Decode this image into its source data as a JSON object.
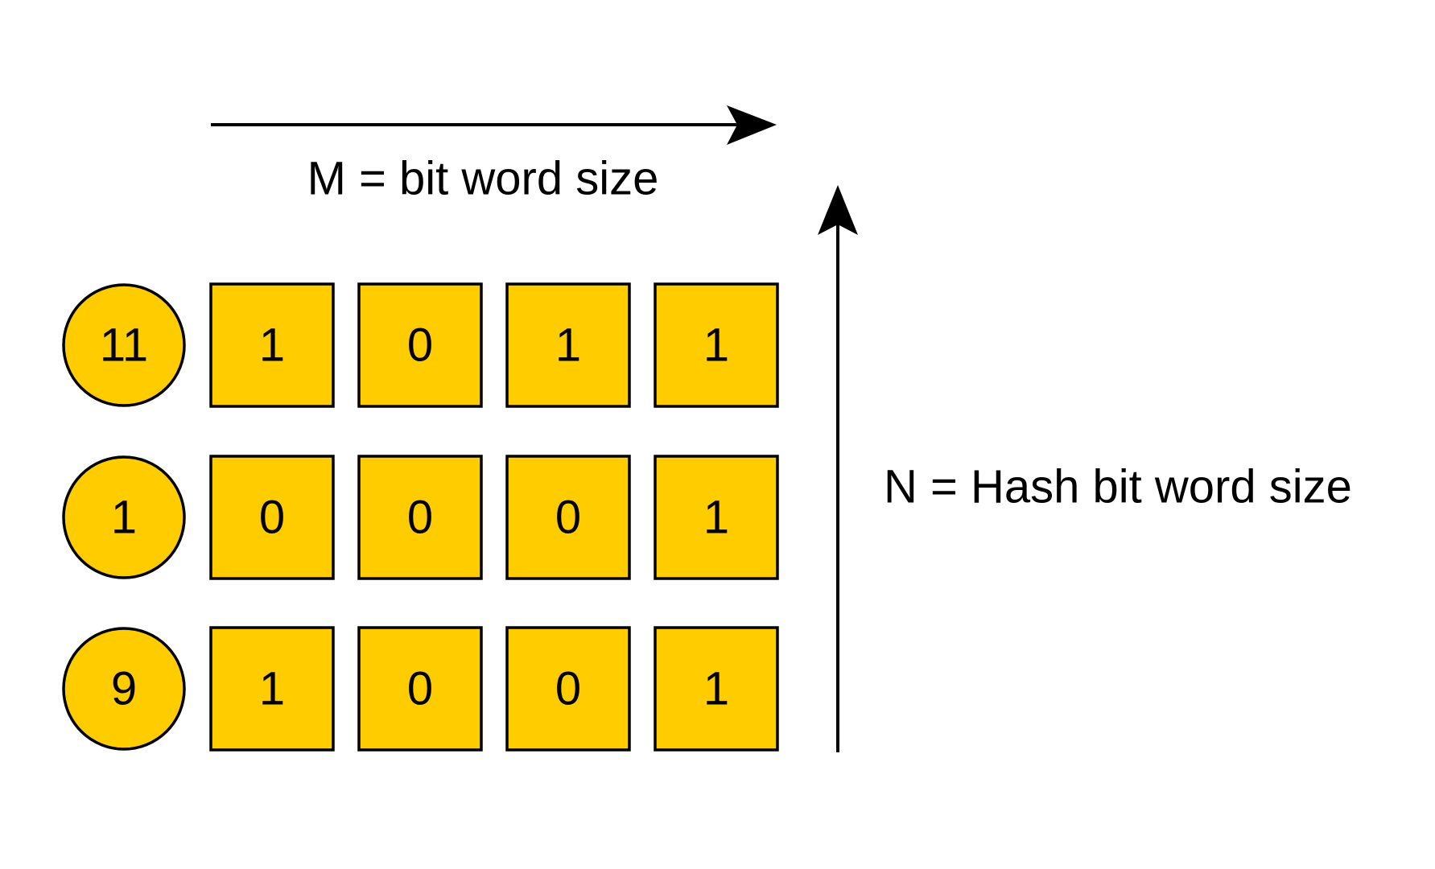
{
  "m_axis": {
    "label": "M = bit word size"
  },
  "n_axis": {
    "label": "N = Hash bit word size"
  },
  "rows": [
    {
      "value": "11",
      "bits": [
        "1",
        "0",
        "1",
        "1"
      ]
    },
    {
      "value": "1",
      "bits": [
        "0",
        "0",
        "0",
        "1"
      ]
    },
    {
      "value": "9",
      "bits": [
        "1",
        "0",
        "0",
        "1"
      ]
    }
  ],
  "colors": {
    "cell_fill": "#ffcc00",
    "stroke": "#000000"
  }
}
